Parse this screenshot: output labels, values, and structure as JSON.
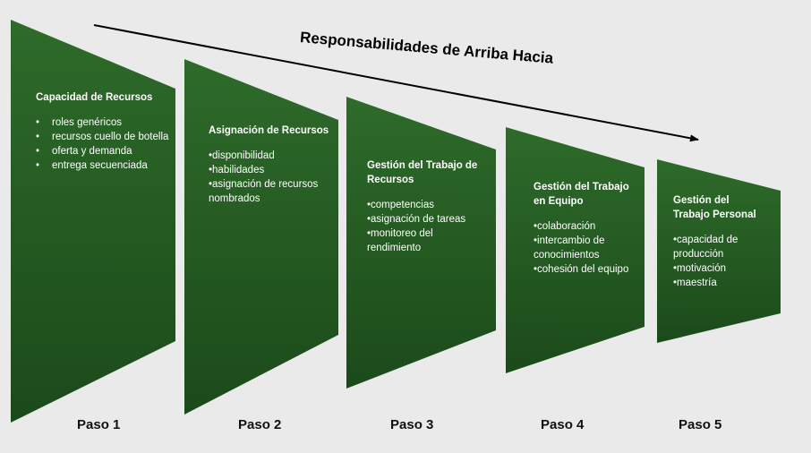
{
  "banner": "Responsabilidades de Arriba Hacia",
  "colors": {
    "panel_top": "#2e6b2a",
    "panel_bottom": "#1b4a1a",
    "background": "#eaeaea"
  },
  "steps": [
    {
      "label": "Paso 1",
      "title": "Capacidad de Recursos",
      "items": [
        "roles genéricos",
        "recursos cuello de botella",
        "oferta y demanda",
        "entrega secuenciada"
      ]
    },
    {
      "label": "Paso 2",
      "title": "Asignación de Recursos",
      "items": [
        "disponibilidad",
        "habilidades",
        "asignación de recursos nombrados"
      ]
    },
    {
      "label": "Paso 3",
      "title": "Gestión del Trabajo de Recursos",
      "items": [
        "competencias",
        "asignación de tareas",
        "monitoreo del rendimiento"
      ]
    },
    {
      "label": "Paso 4",
      "title": "Gestión del Trabajo en Equipo",
      "items": [
        "colaboración",
        "intercambio de conocimientos",
        "cohesión del equipo"
      ]
    },
    {
      "label": "Paso 5",
      "title": "Gestión del Trabajo Personal",
      "items": [
        "capacidad de producción",
        "motivación",
        "maestría"
      ]
    }
  ]
}
